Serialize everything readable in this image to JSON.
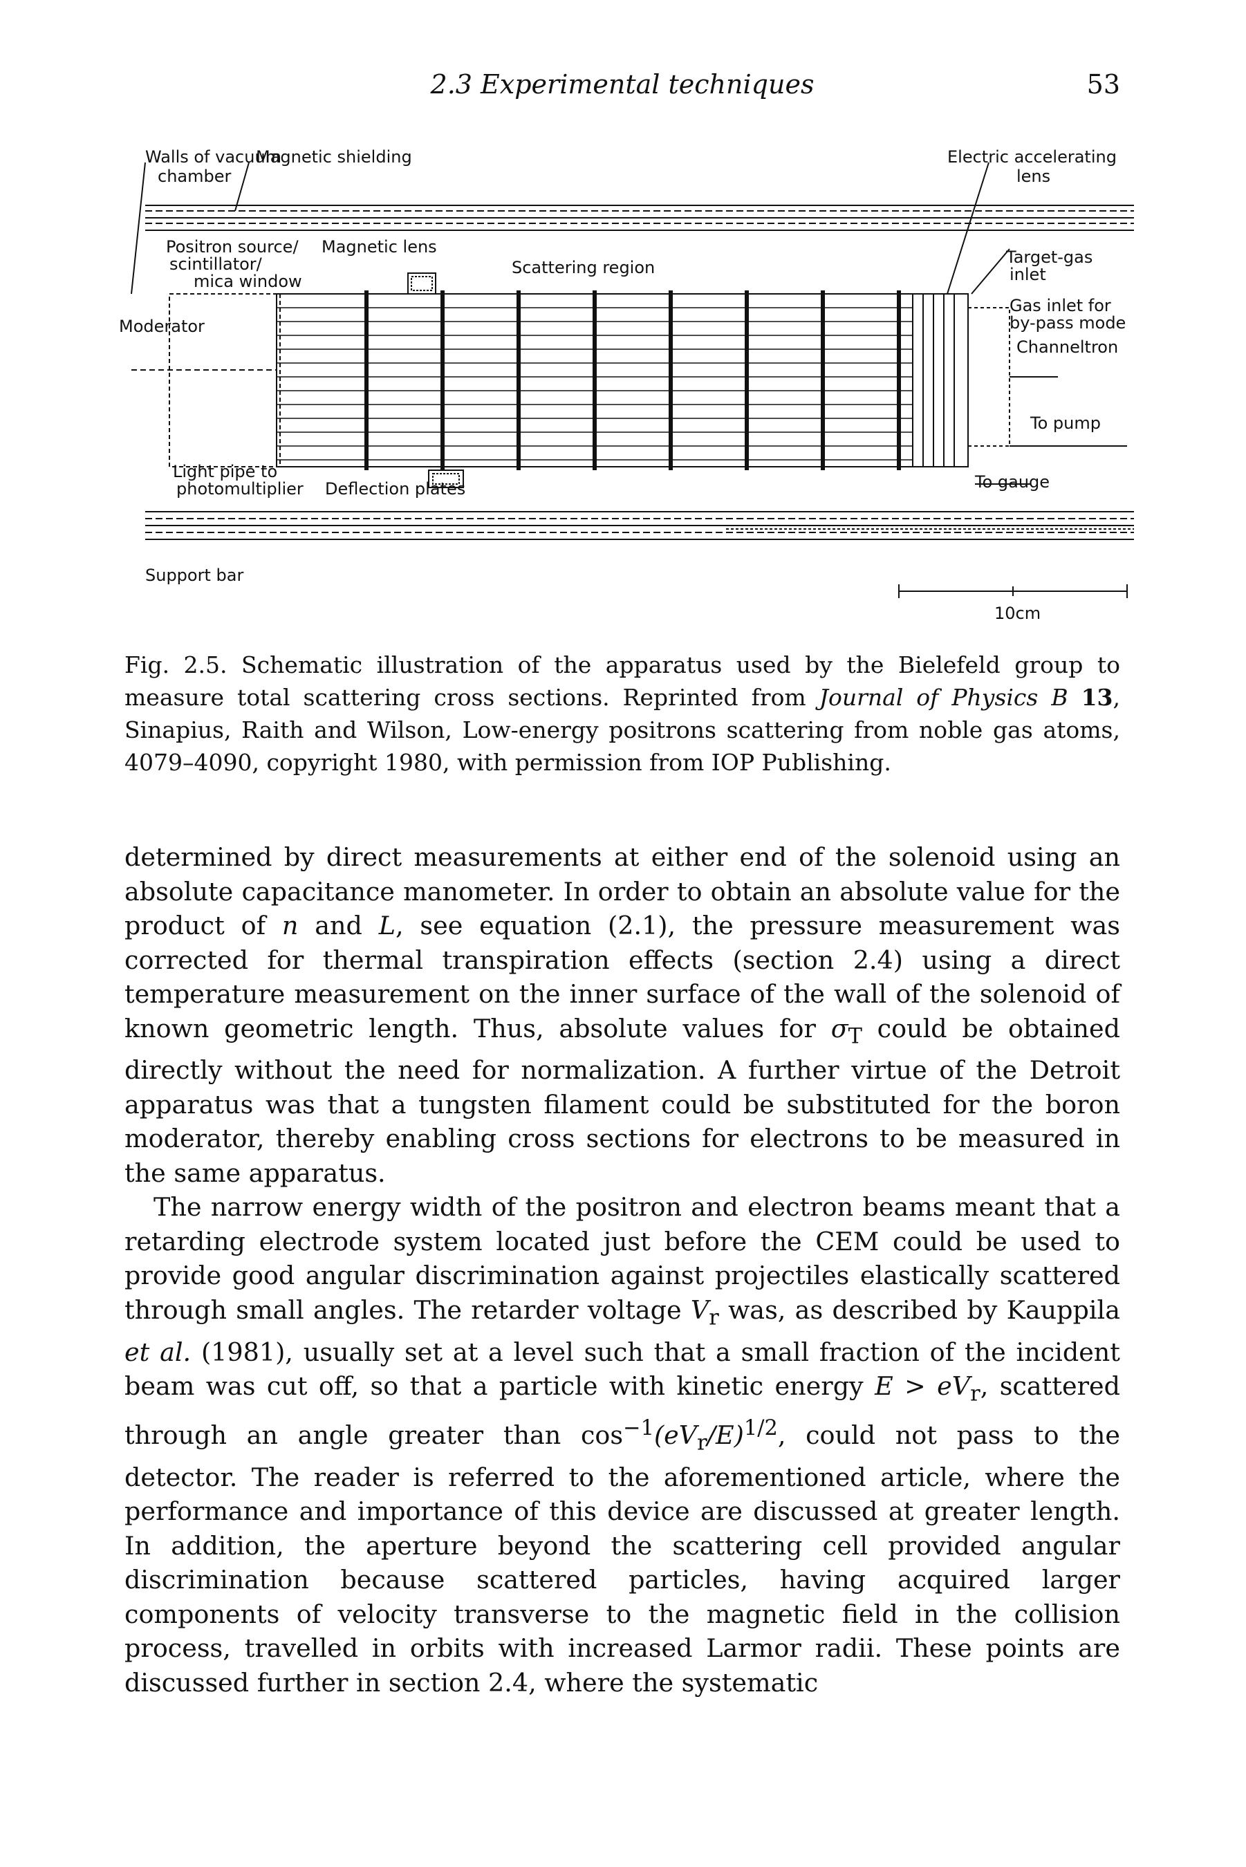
{
  "header": {
    "section_title": "2.3 Experimental techniques",
    "page_number": "53"
  },
  "figure": {
    "labels": {
      "walls_line1": "Walls of vacuum",
      "walls_line2": "chamber",
      "magnetic_shielding": "Magnetic shielding",
      "electric_lens_line1": "Electric accelerating",
      "electric_lens_line2": "lens",
      "positron_source_line1": "Positron source/",
      "positron_source_line2": "scintillator/",
      "positron_source_line3": "mica window",
      "magnetic_lens": "Magnetic lens",
      "scattering_region": "Scattering region",
      "target_gas_line1": "Target-gas",
      "target_gas_line2": "inlet",
      "gas_inlet_line1": "Gas inlet for",
      "gas_inlet_line2": "by-pass mode",
      "channeltron": "Channeltron",
      "moderator": "Moderator",
      "to_pump": "To pump",
      "light_pipe_line1": "Light pipe to",
      "light_pipe_line2": "photomultiplier",
      "deflection_plates": "Deflection plates",
      "to_gauge": "To gauge",
      "support_bar": "Support bar",
      "scale_bar": "10cm"
    }
  },
  "caption": {
    "label": "Fig. 2.5.",
    "text1": "Schematic illustration of the apparatus used by the Bielefeld group to measure total scattering cross sections. Reprinted from",
    "journal": "Journal of Physics B",
    "volume": "13",
    "text2": ", Sinapius, Raith and Wilson, Low-energy positrons scattering from noble gas atoms, 4079–4090, copyright 1980, with permission from IOP Publishing."
  },
  "body": {
    "p1": {
      "a": "determined by direct measurements at either end of the solenoid using an absolute capacitance manometer. In order to obtain an absolute value for the product of",
      "n": "n",
      "b": "and",
      "L": "L",
      "c": ", see equation (2.1), the pressure measurement was corrected for thermal transpiration effects (section 2.4) using a direct temperature measurement on the inner surface of the wall of the solenoid of known geometric length. Thus, absolute values for",
      "sigma": "σ",
      "sigma_sub": "T",
      "d": "could be obtained directly without the need for normalization. A further virtue of the Detroit apparatus was that a tungsten filament could be substituted for the boron moderator, thereby enabling cross sections for electrons to be measured in the same apparatus."
    },
    "p2": {
      "a": "The narrow energy width of the positron and electron beams meant that a retarding electrode system located just before the CEM could be used to provide good angular discrimination against projectiles elastically scattered through small angles. The retarder voltage",
      "V": "V",
      "V_sub": "r",
      "b": "was, as described by Kauppila",
      "etal": "et al.",
      "c": "(1981), usually set at a level such that a small fraction of the incident beam was cut off, so that a particle with kinetic energy",
      "E": "E",
      "gt": " > e",
      "V2": "V",
      "V2_sub": "r",
      "d": ", scattered through an angle greater than cos",
      "exp1": "−1",
      "e": "(e",
      "V3": "V",
      "V3_sub": "r",
      "f": "/E)",
      "exp2": "1/2",
      "g": ", could not pass to the detector. The reader is referred to the aforementioned article, where the performance and importance of this device are discussed at greater length. In addition, the aperture beyond the scattering cell provided angular discrimination because scattered particles, having acquired larger components of velocity transverse to the magnetic field in the collision process, travelled in orbits with increased Larmor radii. These points are discussed further in section 2.4, where the systematic"
    }
  }
}
